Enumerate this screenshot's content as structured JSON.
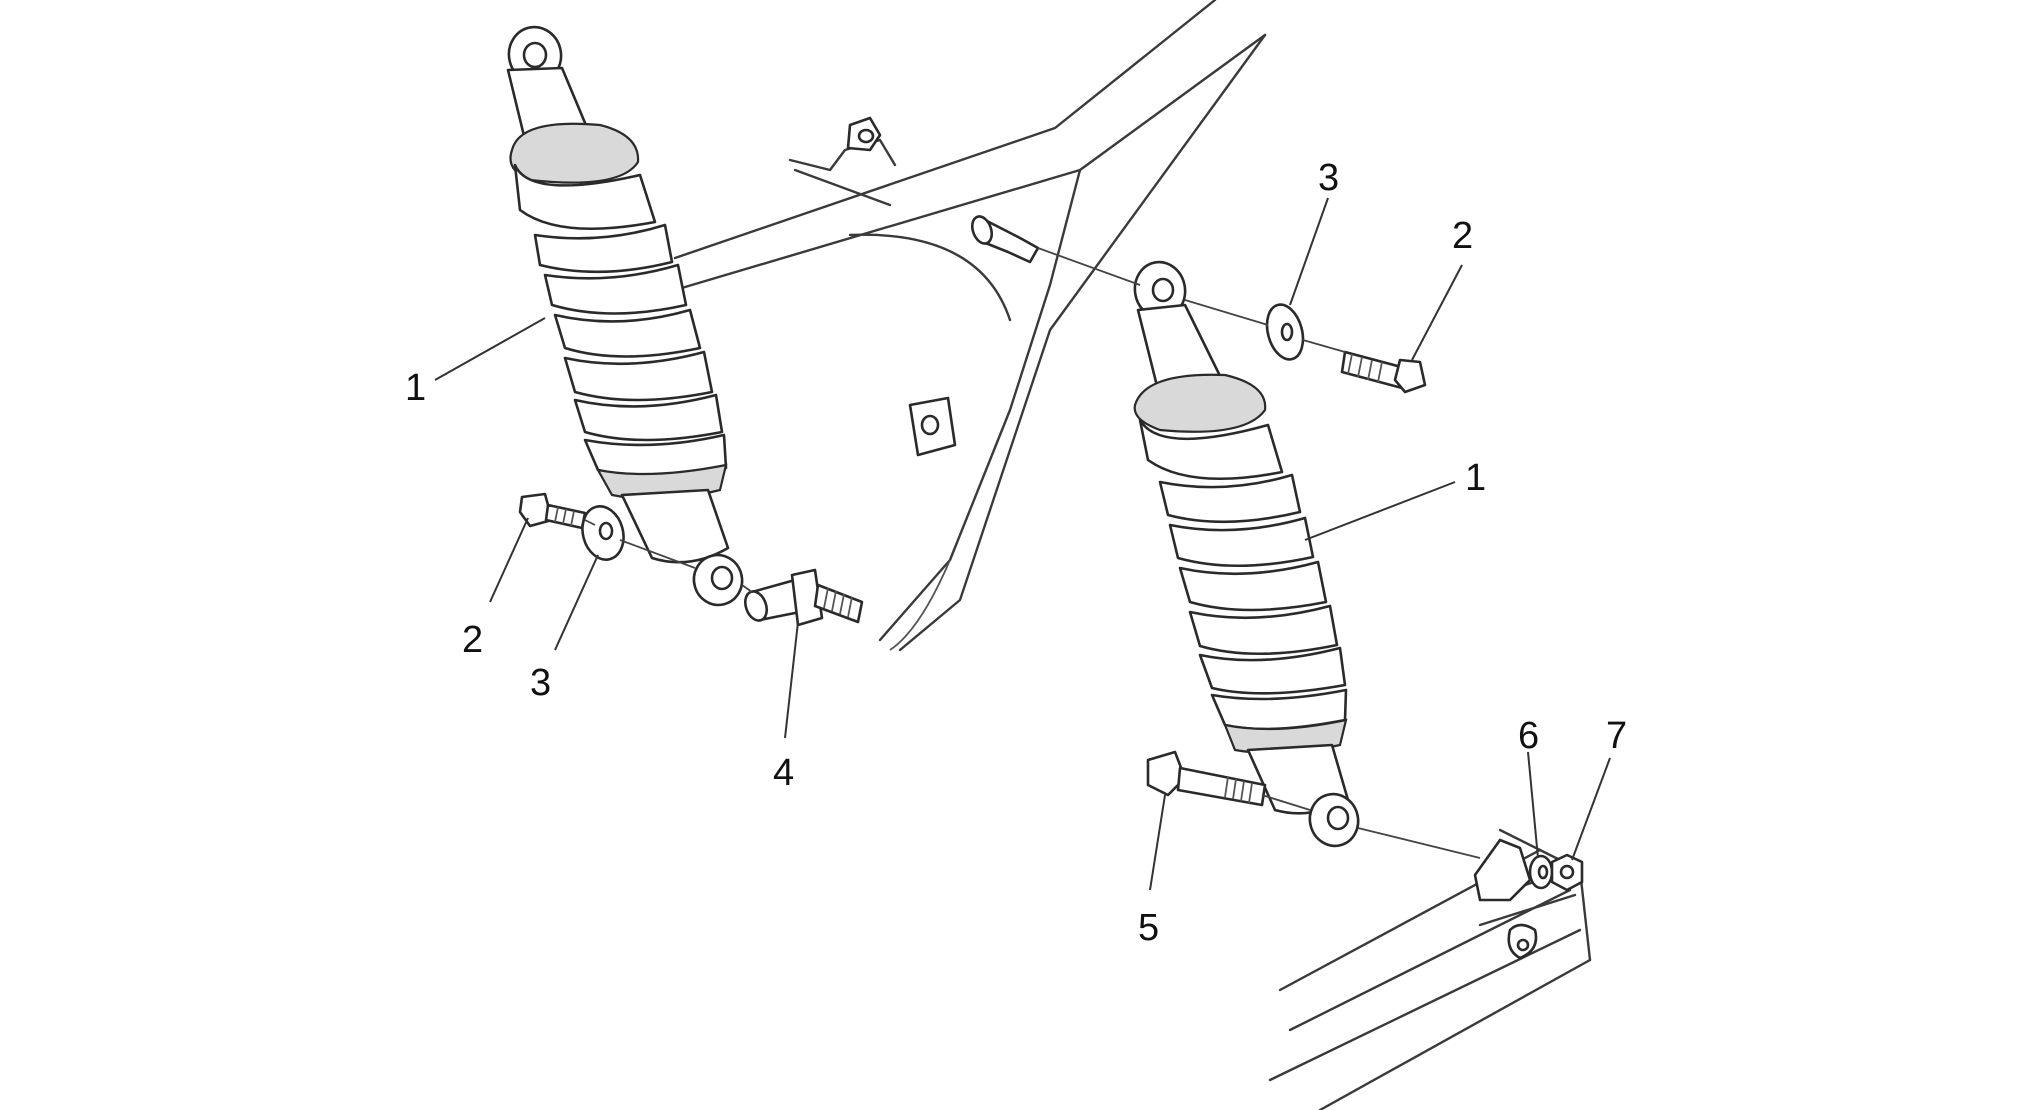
{
  "callouts": {
    "left_shock": "1",
    "right_shock": "1",
    "left_bolt": "2",
    "right_bolt": "2",
    "left_washer": "3",
    "right_washer": "3",
    "stud": "4",
    "lower_bolt": "5",
    "washer_small": "6",
    "nut": "7"
  },
  "colors": {
    "line": "#2a2a2a",
    "fill": "#ffffff",
    "shade": "#d9d9d9"
  }
}
